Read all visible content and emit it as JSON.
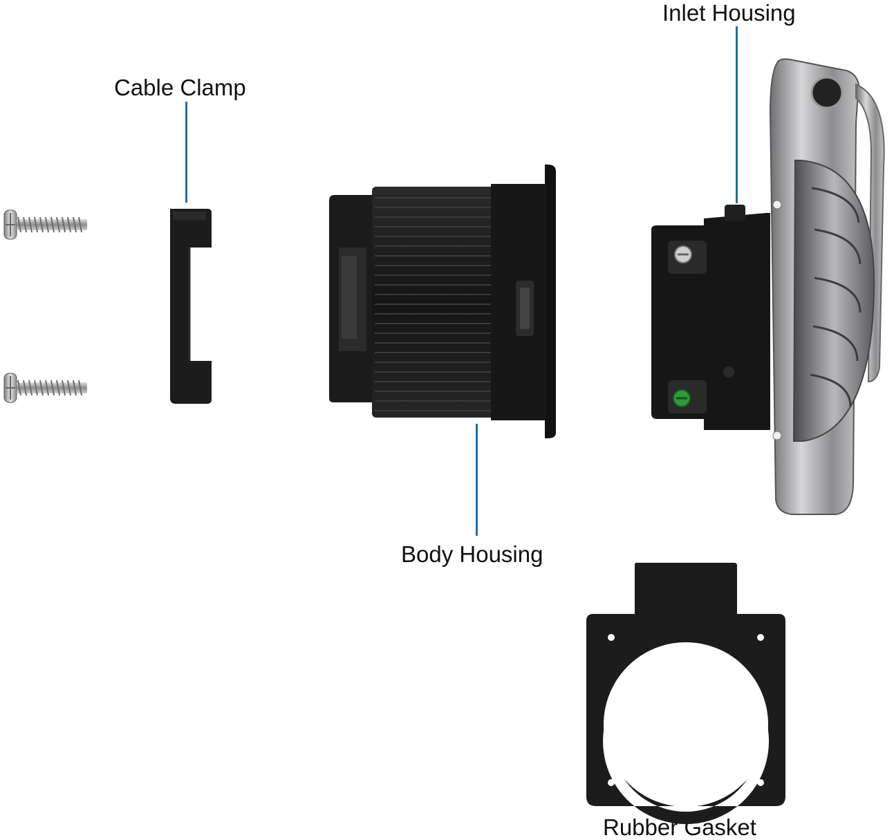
{
  "labels": {
    "inlet_housing": "Inlet Housing",
    "cable_clamp": "Cable Clamp",
    "body_housing": "Body Housing",
    "rubber_gasket": "Rubber Gasket"
  },
  "colors": {
    "leader_line": "#1f6fa8",
    "part_black": "#1a1a1a",
    "steel": "#b9b9bb",
    "screw": "#a8a8a8",
    "ground_screw": "#2e9b3a"
  },
  "icons": [
    "screw-icon",
    "cable-clamp-icon",
    "body-housing-icon",
    "inlet-housing-icon",
    "rubber-gasket-icon"
  ]
}
